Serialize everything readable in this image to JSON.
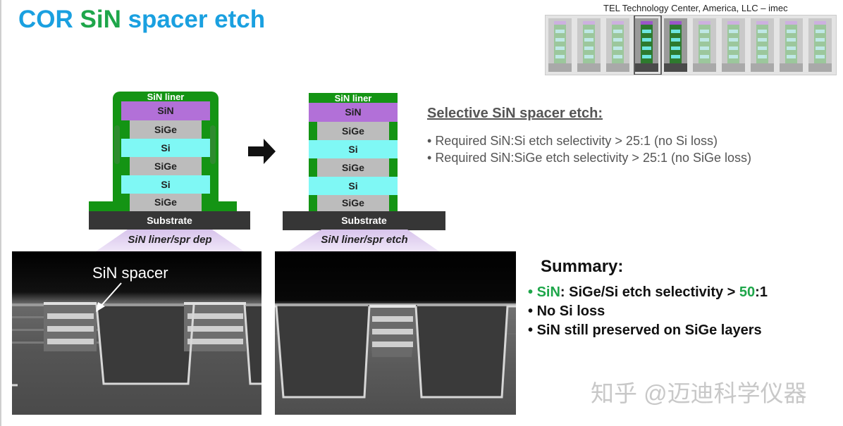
{
  "slide": {
    "title_prefix": "COR ",
    "title_highlight": "SiN",
    "title_suffix": " spacer etch",
    "credit": "TEL Technology Center, America, LLC – imec"
  },
  "colors": {
    "title_blue": "#1aa0e0",
    "accent_green": "#1ea64a",
    "sin_purple": "#b270d8",
    "si_cyan": "#7ff8f5",
    "sige_gray": "#bcbcbc",
    "liner_green": "#149414",
    "substrate_dark": "#363636"
  },
  "stack_left": {
    "liner_label": "SiN liner",
    "layers": [
      "SiN",
      "SiGe",
      "Si",
      "SiGe",
      "Si",
      "SiGe"
    ],
    "substrate": "Substrate",
    "caption": "SiN liner/spr dep"
  },
  "stack_right": {
    "liner_label": "SiN liner",
    "layers": [
      "SiN",
      "SiGe",
      "Si",
      "SiGe",
      "Si",
      "SiGe"
    ],
    "substrate": "Substrate",
    "caption": "SiN liner/spr etch"
  },
  "arrow_icon": "right-arrow-icon",
  "selective": {
    "heading": "Selective SiN spacer etch:",
    "bullets": [
      "Required SiN:Si etch selectivity > 25:1 (no Si loss)",
      "Required SiN:SiGe etch selectivity > 25:1 (no SiGe loss)"
    ]
  },
  "sem_left": {
    "annotation": "SiN spacer"
  },
  "summary": {
    "heading": "Summary:",
    "item1_sin": "SiN",
    "item1_mid": ": SiGe/Si etch selectivity > ",
    "item1_num": "50",
    "item1_end": ":1",
    "item2": "No Si loss",
    "item3": "SiN still preserved on SiGe layers"
  },
  "watermark": "知乎 @迈迪科学仪器"
}
